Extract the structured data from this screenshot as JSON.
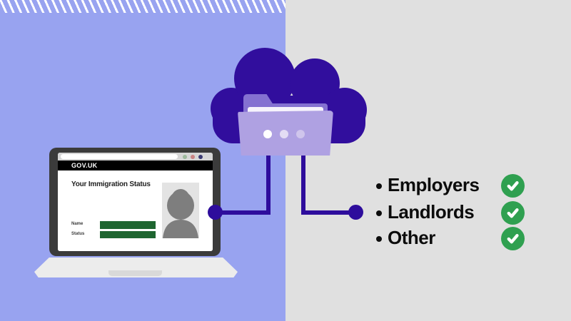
{
  "background": {
    "left_panel_color": "#98A3F0",
    "right_panel_color": "#E0E0E0",
    "hatch_stripe_color": "#FFFFFF"
  },
  "cloud": {
    "color": "#310E9D",
    "folder": {
      "back_color": "#8471D1",
      "front_color": "#AFA1E2",
      "paper_color": "#F6F3FC",
      "dot_colors": [
        "#FFFFFF",
        "#E3DCF4",
        "#CFC5EC"
      ]
    }
  },
  "connectors": {
    "color": "#2E0D9C",
    "node_color": "#2E0D9C"
  },
  "laptop": {
    "bezel_color": "#3B3B3B",
    "browser": {
      "url_bar_value": "",
      "traffic_light_colors": [
        "#9CB89C",
        "#C98383",
        "#3A3A72"
      ]
    },
    "brand_label": "GOV.UK",
    "page": {
      "title": "Your Immigration Status",
      "photo_icon": "woman-silhouette",
      "fields": [
        {
          "label": "Name"
        },
        {
          "label": "Status"
        }
      ],
      "field_bar_color": "#1E6530"
    }
  },
  "list": {
    "items": [
      {
        "label": "Employers",
        "icon": "check-circle"
      },
      {
        "label": "Landlords",
        "icon": "check-circle"
      },
      {
        "label": "Other",
        "icon": "check-circle"
      }
    ],
    "check_color": "#2FA050",
    "text_color": "#0C0C0C"
  }
}
